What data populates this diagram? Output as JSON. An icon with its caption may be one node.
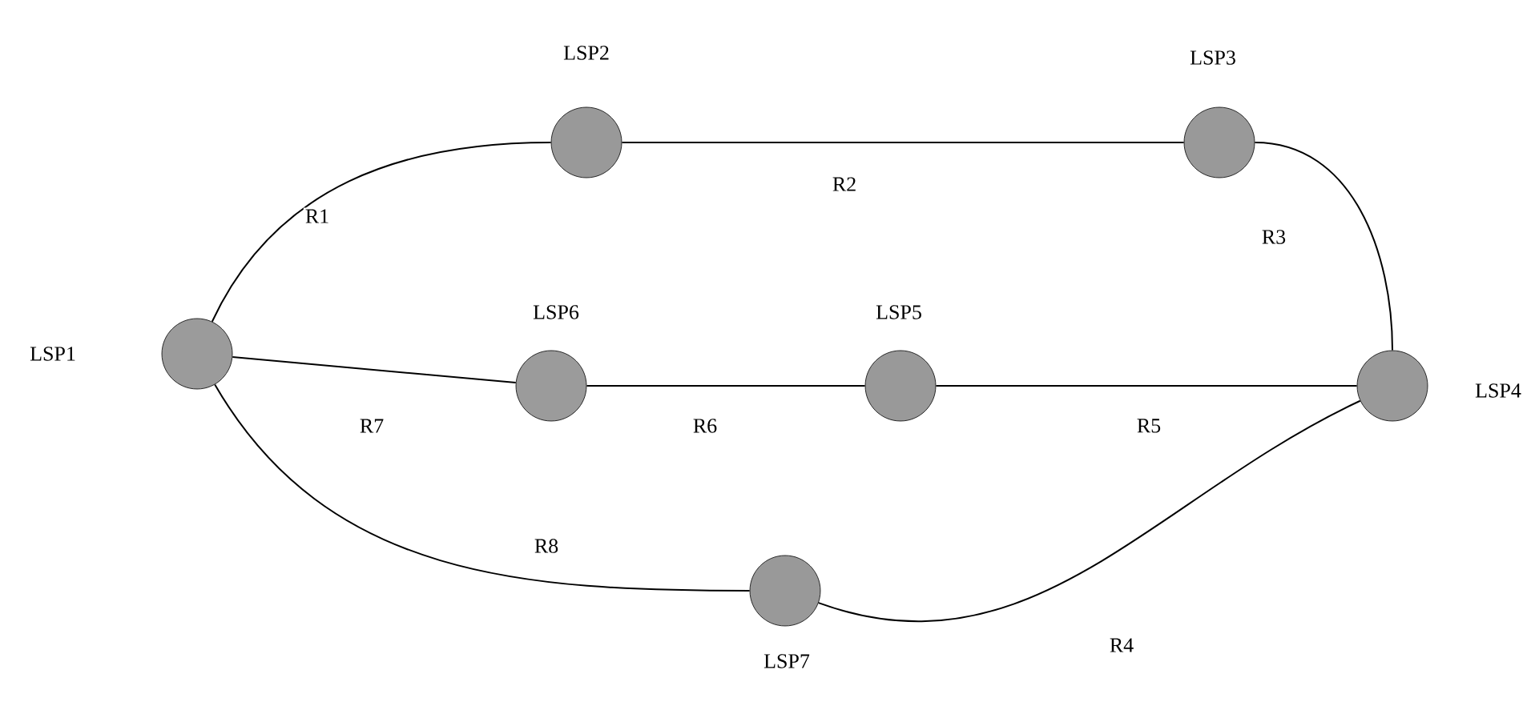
{
  "diagram": {
    "nodes": [
      {
        "text": [
          "LSP1"
        ]
      },
      {
        "text": [
          "LSP2"
        ]
      },
      {
        "text": [
          "LSP3"
        ]
      },
      {
        "text": [
          "LSP4"
        ]
      },
      {
        "text": [
          "LSP5"
        ]
      },
      {
        "text": [
          "LSP6"
        ]
      },
      {
        "text": [
          "LSP7"
        ]
      }
    ],
    "edges": [
      {
        "from": 0,
        "to": 1,
        "arrow": "none",
        "label": "R1"
      },
      {
        "from": 1,
        "to": 2,
        "arrow": "none",
        "label": "R2"
      },
      {
        "from": 2,
        "to": 3,
        "arrow": "none",
        "label": "R3"
      },
      {
        "from": 3,
        "to": 6,
        "arrow": "none",
        "label": "R4"
      },
      {
        "from": 4,
        "to": 3,
        "arrow": "none",
        "label": "R5"
      },
      {
        "from": 5,
        "to": 4,
        "arrow": "none",
        "label": "R6"
      },
      {
        "from": 0,
        "to": 5,
        "arrow": "none",
        "label": "R7"
      },
      {
        "from": 0,
        "to": 6,
        "arrow": "none",
        "label": "R8"
      }
    ]
  }
}
